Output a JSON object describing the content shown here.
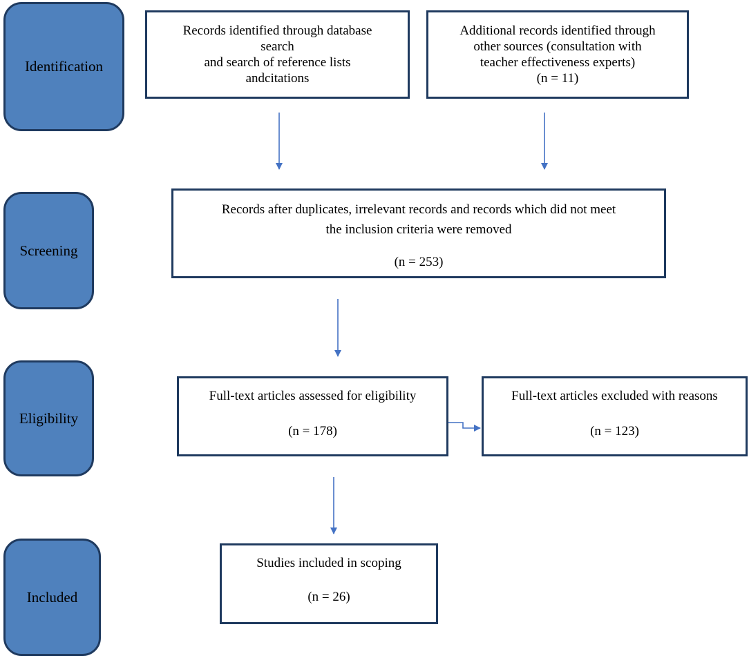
{
  "stages": {
    "identification": "Identification",
    "screening": "Screening",
    "eligibility": "Eligibility",
    "included": "Included"
  },
  "boxes": {
    "database_records": {
      "lines": [
        "Records identified through database",
        "search",
        "and search of reference lists",
        "andcitations"
      ]
    },
    "additional_records": {
      "lines": [
        "Additional records identified through",
        "other sources (consultation with",
        "teacher effectiveness experts)"
      ],
      "count": "(n = 11)"
    },
    "screened_records": {
      "lines": [
        "Records after duplicates, irrelevant records and records which did not meet",
        "the inclusion criteria were removed"
      ],
      "count": "(n = 253)"
    },
    "eligibility_assessed": {
      "lines": [
        "Full-text articles assessed for eligibility"
      ],
      "count": "(n = 178)"
    },
    "excluded": {
      "lines": [
        "Full-text articles excluded with reasons"
      ],
      "count": "(n = 123)"
    },
    "included_studies": {
      "lines": [
        "Studies included in scoping"
      ],
      "count": "(n = 26)"
    }
  },
  "colors": {
    "stage_fill": "#4f81bd",
    "border": "#1f3a5f",
    "arrow": "#4472c4"
  }
}
